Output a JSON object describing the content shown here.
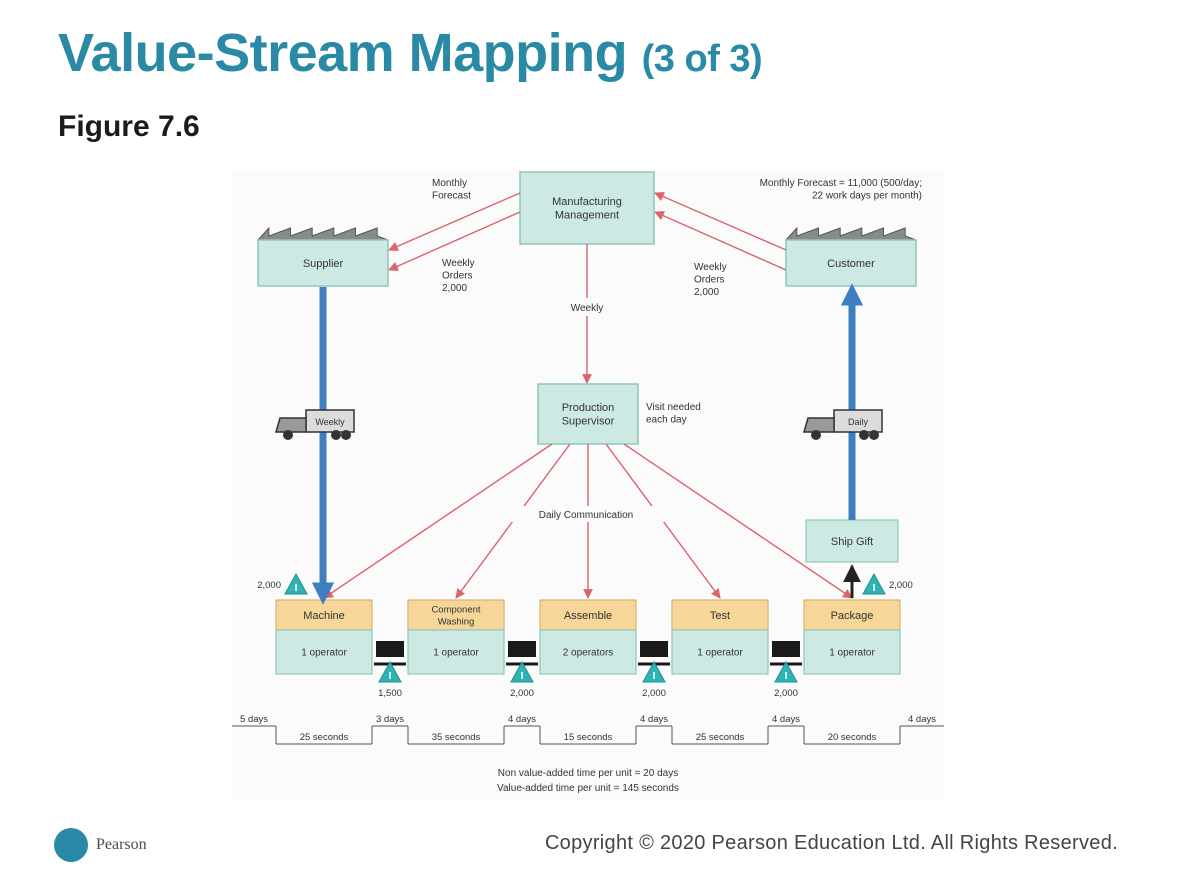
{
  "slide": {
    "title": "Value-Stream Mapping",
    "title_part": "(3 of 3)",
    "figure_label": "Figure 7.6"
  },
  "diagram": {
    "manufacturing": [
      "Manufacturing",
      "Management"
    ],
    "supplier": "Supplier",
    "customer": "Customer",
    "monthly_forecast": [
      "Monthly",
      "Forecast"
    ],
    "monthly_forecast_right": [
      "Monthly Forecast = 11,000 (500/day;",
      "22 work days per month)"
    ],
    "weekly_orders_left": [
      "Weekly",
      "Orders",
      "2,000"
    ],
    "weekly_orders_right": [
      "Weekly",
      "Orders",
      "2,000"
    ],
    "weekly": "Weekly",
    "production": [
      "Production",
      "Supervisor"
    ],
    "production_note": [
      "Visit needed",
      "each day"
    ],
    "daily_comm": "Daily Communication",
    "truck_left": "Weekly",
    "truck_right": "Daily",
    "ship_gift": "Ship Gift",
    "processes": [
      {
        "name": [
          "Machine"
        ],
        "operators": "1 operator"
      },
      {
        "name": [
          "Component",
          "Washing"
        ],
        "operators": "1 operator"
      },
      {
        "name": [
          "Assemble"
        ],
        "operators": "2 operators"
      },
      {
        "name": [
          "Test"
        ],
        "operators": "1 operator"
      },
      {
        "name": [
          "Package"
        ],
        "operators": "1 operator"
      }
    ],
    "inv_start": "2,000",
    "inv_between": [
      "1,500",
      "2,000",
      "2,000",
      "2,000"
    ],
    "inv_end": "2,000",
    "days": [
      "5 days",
      "3 days",
      "4 days",
      "4 days",
      "4 days",
      "4 days"
    ],
    "seconds": [
      "25 seconds",
      "35 seconds",
      "15 seconds",
      "25 seconds",
      "20 seconds"
    ],
    "summary": [
      "Non value-added time per unit = 20 days",
      "Value-added time per unit = 145 seconds"
    ]
  },
  "footer": {
    "brand": "Pearson",
    "copyright": "Copyright © 2020 Pearson Education Ltd. All Rights Reserved."
  },
  "colors": {
    "title": "#2a8aa6",
    "box_fill": "#cde9e3",
    "box_stroke": "#8fc7bb",
    "process_fill": "#f6d699",
    "info_arrow": "#d9646c",
    "flow": "#3d7fbf",
    "inventory": "#2fb3b3"
  }
}
